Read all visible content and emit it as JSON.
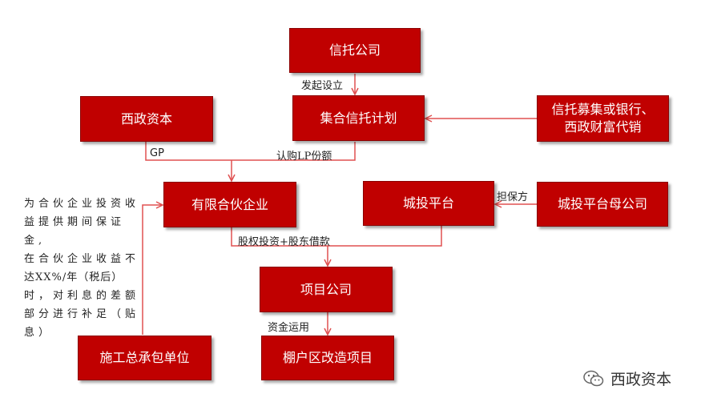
{
  "boxes": {
    "trust_company": "信托公司",
    "collective_trust_plan": "集合信托计划",
    "xizheng_capital": "西政资本",
    "distribution_line1": "信托募集或银行、",
    "distribution_line2": "西政财富代销",
    "limited_partnership": "有限合伙企业",
    "chengtou_platform": "城投平台",
    "chengtou_parent": "城投平台母公司",
    "project_company": "项目公司",
    "shantytown_project": "棚户区改造项目",
    "contractor": "施工总承包单位"
  },
  "labels": {
    "initiate_setup": "发起设立",
    "gp": "GP",
    "subscribe_lp": "认购LP份额",
    "guarantor": "担保方",
    "equity_loan": "股权投资+股东借款",
    "fund_use": "资金运用"
  },
  "note_lines": [
    "为合伙企业投资收",
    "益提供期间保证金,",
    "在合伙企业收益不",
    "达XX%/年（税后）",
    "时，对利息的差额",
    "部分进行补足（贴",
    "息）"
  ],
  "watermark": {
    "text": "西政资本",
    "icon": "wechat-icon"
  },
  "colors": {
    "box_fill": "#c00000",
    "arrow": "#e05050"
  }
}
